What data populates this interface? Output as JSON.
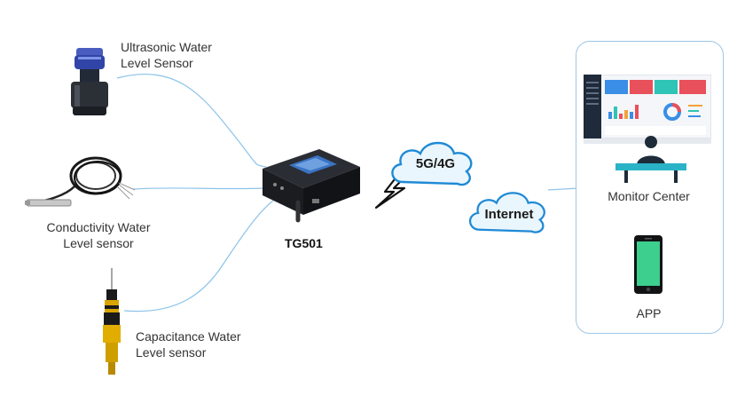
{
  "sensors": {
    "ultrasonic": {
      "line1": "Ultrasonic Water",
      "line2": "Level Sensor"
    },
    "conductivity": {
      "line1": "Conductivity Water",
      "line2": "Level sensor"
    },
    "capacitance": {
      "line1": "Capacitance Water",
      "line2": "Level  sensor"
    }
  },
  "gateway": {
    "model": "TG501"
  },
  "network": {
    "cellular": "5G/4G",
    "internet": "Internet"
  },
  "monitor_panel": {
    "monitor_label": "Monitor Center",
    "app_label": "APP"
  },
  "colors": {
    "link_line": "#8cc3ea",
    "cloud_fill": "#eaf6fd",
    "cloud_stroke": "#1f8ad6",
    "panel_border": "#9ec6e6",
    "phone_screen": "#3ccf8e",
    "dashboard_blue": "#3a8ee6",
    "dashboard_red": "#e8505b",
    "dashboard_teal": "#2ec4b6"
  }
}
